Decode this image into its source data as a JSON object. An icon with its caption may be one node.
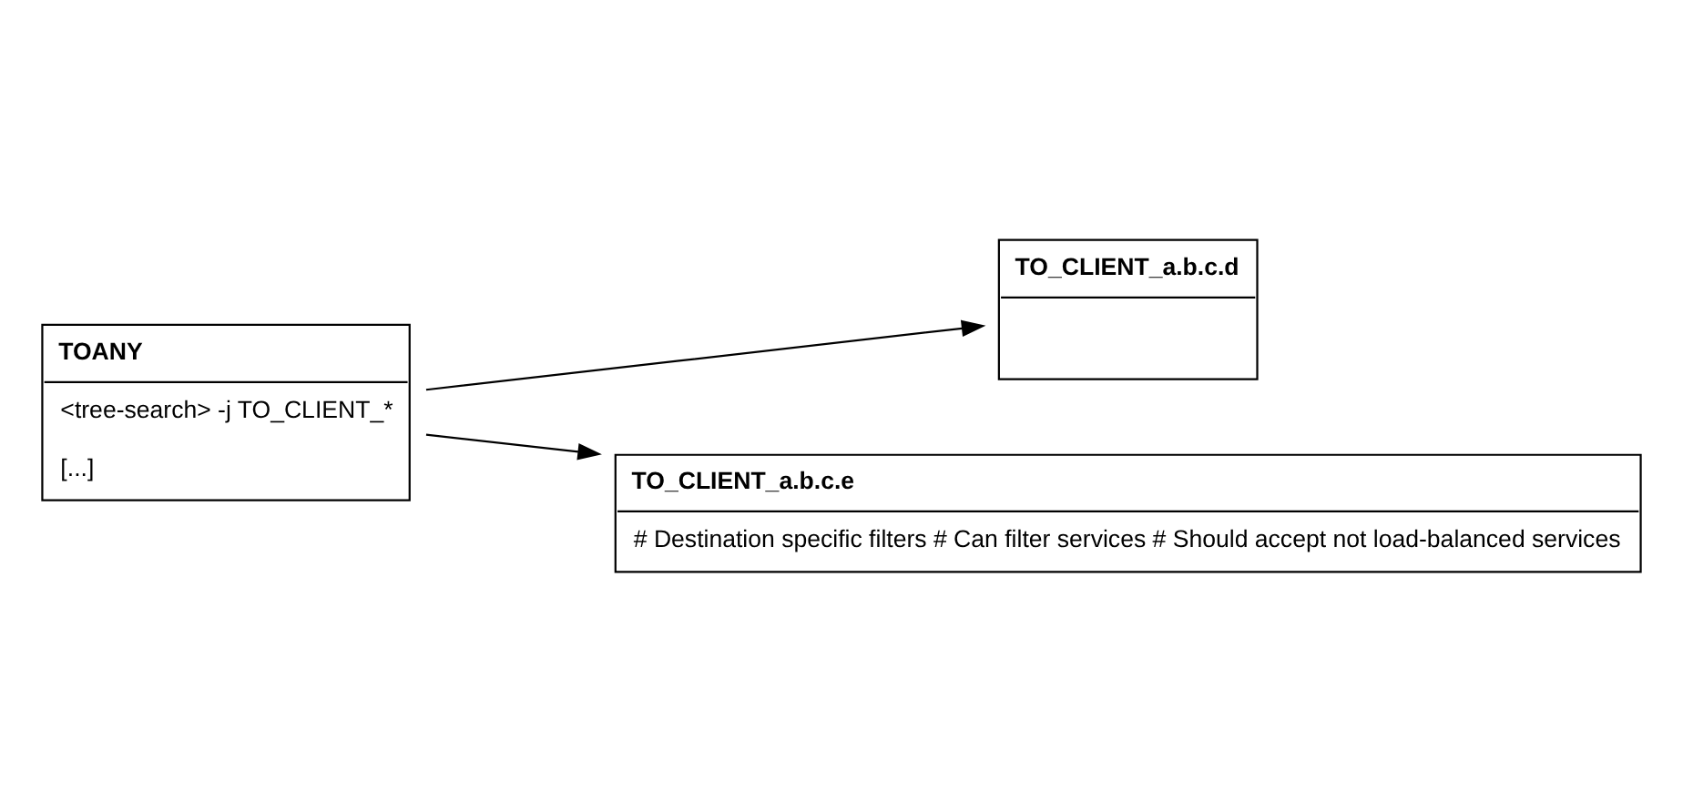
{
  "diagram": {
    "nodes": [
      {
        "text": [
          "TOANY",
          "<tree-search> -j TO_CLIENT_*",
          "[...]"
        ]
      },
      {
        "text": [
          "TO_CLIENT_a.b.c.d"
        ]
      },
      {
        "text": [
          "TO_CLIENT_a.b.c.e",
          "# Destination specific filters # Can filter services # Should accept not load-balanced services"
        ]
      }
    ],
    "edges": [
      {
        "from": 0,
        "to": 1,
        "arrow": "to"
      },
      {
        "from": 0,
        "to": 2,
        "arrow": "to"
      }
    ]
  }
}
